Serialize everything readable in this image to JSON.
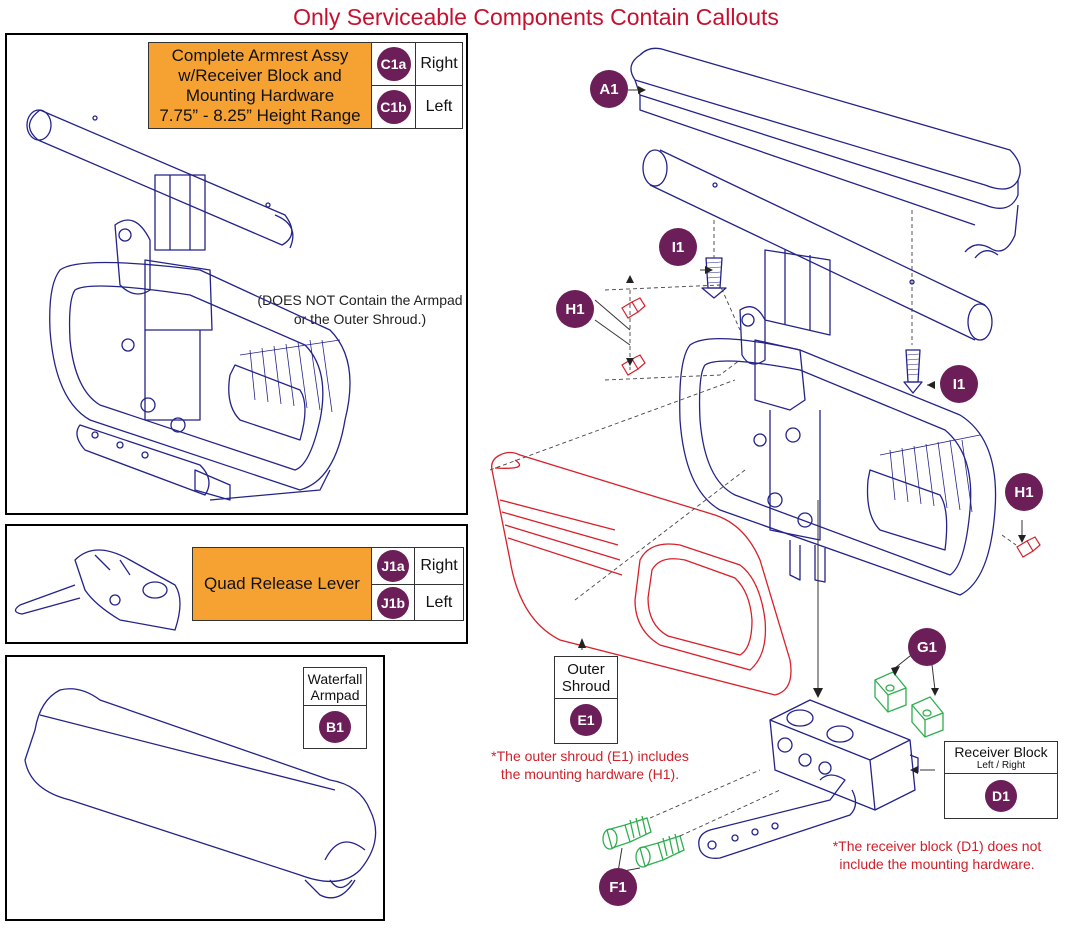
{
  "header": {
    "title": "Only Serviceable Components Contain Callouts"
  },
  "panel_armrest": {
    "description_lines": [
      "Complete Armrest Assy",
      "w/Receiver Block and",
      "Mounting Hardware",
      "7.75” - 8.25” Height Range"
    ],
    "callouts": [
      {
        "code": "C1a",
        "side": "Right"
      },
      {
        "code": "C1b",
        "side": "Left"
      }
    ],
    "note_lines": [
      "(DOES NOT Contain the Armpad",
      "or the Outer Shroud.)"
    ]
  },
  "panel_lever": {
    "description": "Quad Release Lever",
    "callouts": [
      {
        "code": "J1a",
        "side": "Right"
      },
      {
        "code": "J1b",
        "side": "Left"
      }
    ]
  },
  "panel_armpad": {
    "label_lines": [
      "Waterfall",
      "Armpad"
    ],
    "code": "B1"
  },
  "callouts": {
    "A1": "A1",
    "I1_top": "I1",
    "H1_left": "H1",
    "I1_right": "I1",
    "H1_right": "H1",
    "G1": "G1",
    "E1": "E1",
    "D1": "D1",
    "F1": "F1"
  },
  "labels": {
    "outer_shroud": [
      "Outer",
      "Shroud"
    ],
    "receiver_block": "Receiver Block",
    "receiver_block_sub": "Left / Right"
  },
  "notes": {
    "shroud_note": [
      "*The outer shroud (E1) includes",
      "the mounting hardware (H1)."
    ],
    "receiver_note": [
      "*The receiver block (D1) does not",
      "include the mounting hardware."
    ]
  },
  "colors": {
    "title_red": "#c8102e",
    "badge": "#6b1e57",
    "highlight": "#f6a233",
    "outline": "#23238a",
    "shroud": "#d8202a",
    "hardware_green": "#2fae4f"
  }
}
